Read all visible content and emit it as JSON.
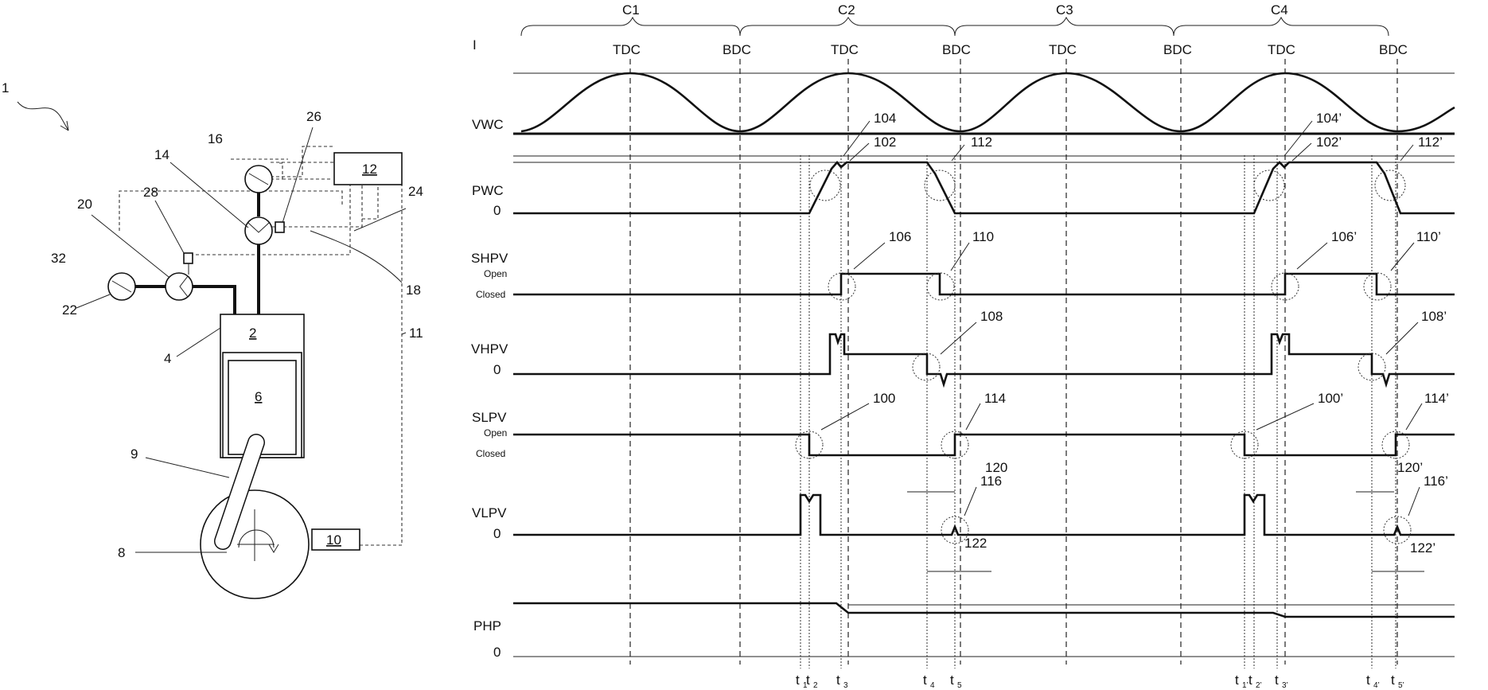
{
  "system": {
    "ref_system": "1",
    "ref_chamber": "2",
    "ref_cylinder": "4",
    "ref_piston": "6",
    "ref_crankshaft": "8",
    "ref_rod": "9",
    "ref_sensor": "10",
    "ref_line_11": "11",
    "ref_controller": "12",
    "ref_hp_valve": "14",
    "ref_hp_source": "16",
    "ref_18": "18",
    "ref_lp_valve": "20",
    "ref_lp_source": "22",
    "ref_24": "24",
    "ref_26": "26",
    "ref_28": "28",
    "ref_32": "32"
  },
  "timing": {
    "top_marker": "I",
    "cycles": [
      "C1",
      "C2",
      "C3",
      "C4"
    ],
    "dead_centers": [
      "TDC",
      "BDC",
      "TDC",
      "BDC",
      "TDC",
      "BDC",
      "TDC",
      "BDC"
    ],
    "signal_labels": [
      "VWC",
      "PWC",
      "SHPV",
      "VHPV",
      "SLPV",
      "VLPV",
      "PHP"
    ],
    "zero_labels": [
      "0",
      "0",
      "0",
      "0"
    ],
    "open_closed": [
      "Open",
      "Closed",
      "Open",
      "Closed"
    ],
    "refs": {
      "r100": "100",
      "r100p": "100’",
      "r102": "102",
      "r102p": "102’",
      "r104": "104",
      "r104p": "104’",
      "r106": "106",
      "r106p": "106’",
      "r108": "108",
      "r108p": "108’",
      "r110": "110",
      "r110p": "110’",
      "r112": "112",
      "r112p": "112’",
      "r114": "114",
      "r114p": "114’",
      "r116": "116",
      "r116p": "116’",
      "r120": "120",
      "r120p": "120’",
      "r122": "122",
      "r122p": "122’"
    },
    "time_labels": {
      "t": "t",
      "subs": [
        "1",
        "2",
        "3",
        "4",
        "5",
        "1’",
        "2’",
        "3’",
        "4’",
        "5’"
      ]
    }
  }
}
